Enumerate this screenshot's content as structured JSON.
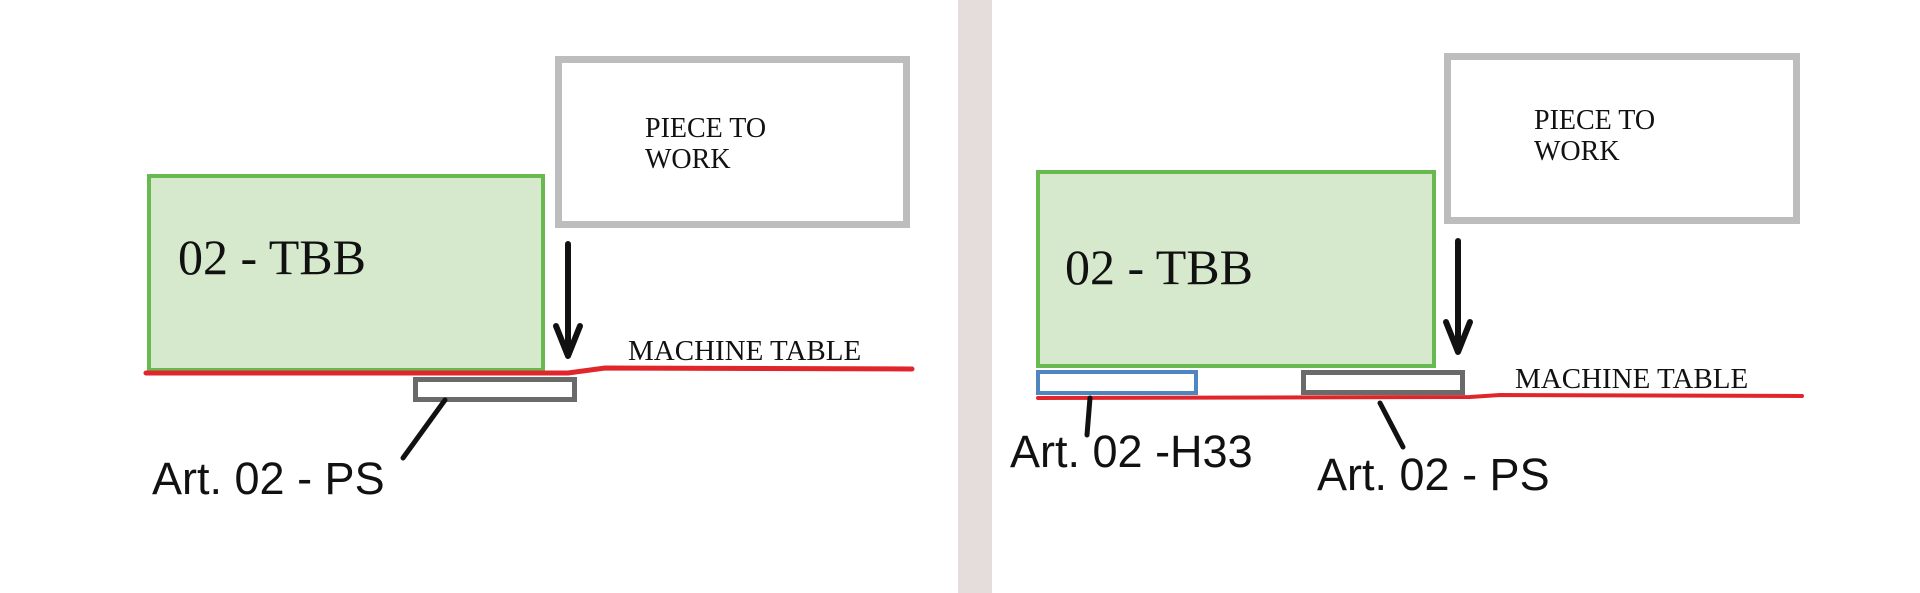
{
  "colors": {
    "tbb_fill": "#d7e9cc",
    "tbb_border": "#68b94f",
    "piece_border": "#bdbdbd",
    "ps_border": "#6a6a6a",
    "h33_border": "#4f86bf",
    "machine_table_line": "#e0262b",
    "divider": "#e5dcdc"
  },
  "left_panel": {
    "tbb_label": "02 - TBB",
    "piece_label": "PIECE TO WORK",
    "machine_table_label": "MACHINE TABLE",
    "ps_label": "Art. 02 - PS"
  },
  "right_panel": {
    "tbb_label": "02 - TBB",
    "piece_label": "PIECE TO WORK",
    "machine_table_label": "MACHINE TABLE",
    "h33_label": "Art. 02 -H33",
    "ps_label": "Art. 02 - PS"
  }
}
